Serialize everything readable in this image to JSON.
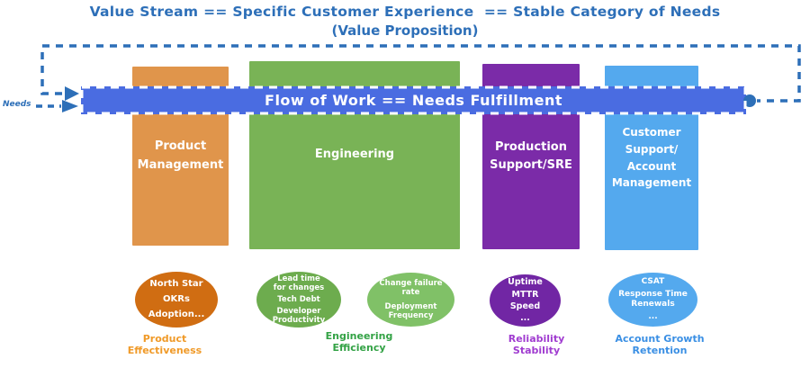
{
  "title": {
    "line1": "Value Stream == Specific Customer Experience  == Stable Category of Needs",
    "line2": "(Value Proposition)"
  },
  "flow_banner": {
    "label": "Flow of Work == Needs Fulfillment",
    "color": "#4a6ce1"
  },
  "input_arrow": {
    "label": "Needs"
  },
  "colors": {
    "loop_blue": "#2d6fb8",
    "border_white": "#ffffff"
  },
  "columns": [
    {
      "label": "Product\nManagement",
      "color": "#e0954b"
    },
    {
      "label": "Engineering",
      "color": "#79b356"
    },
    {
      "label": "Production\nSupport/SRE",
      "color": "#7b2ba8"
    },
    {
      "label": "Customer Support/\nAccount\nManagement",
      "color": "#54a9ee"
    }
  ],
  "metric_bubbles": [
    {
      "items": [
        "North Star",
        "OKRs",
        "Adoption..."
      ],
      "color": "#d06d12"
    },
    {
      "items": [
        "Lead time\nfor changes",
        "Tech Debt",
        "Developer\nProductivity"
      ],
      "color": "#6dac4e"
    },
    {
      "items": [
        "Change failure\nrate",
        "Deployment\nFrequency"
      ],
      "color": "#80c167"
    },
    {
      "items": [
        "Uptime",
        "MTTR",
        "Speed",
        "..."
      ],
      "color": "#7126a4"
    },
    {
      "items": [
        "CSAT",
        "Response Time\nRenewals",
        "..."
      ],
      "color": "#54a9ee"
    }
  ],
  "captions": [
    {
      "line1": "Product",
      "line2": "Effectiveness",
      "color": "#f09a28"
    },
    {
      "line1": "Engineering",
      "line2": "Efficiency",
      "color": "#33a245"
    },
    {
      "line1": "Reliability",
      "line2": "Stability",
      "color": "#a03cd0"
    },
    {
      "line1": "Account Growth",
      "line2": "Retention",
      "color": "#3a8fe4"
    }
  ]
}
